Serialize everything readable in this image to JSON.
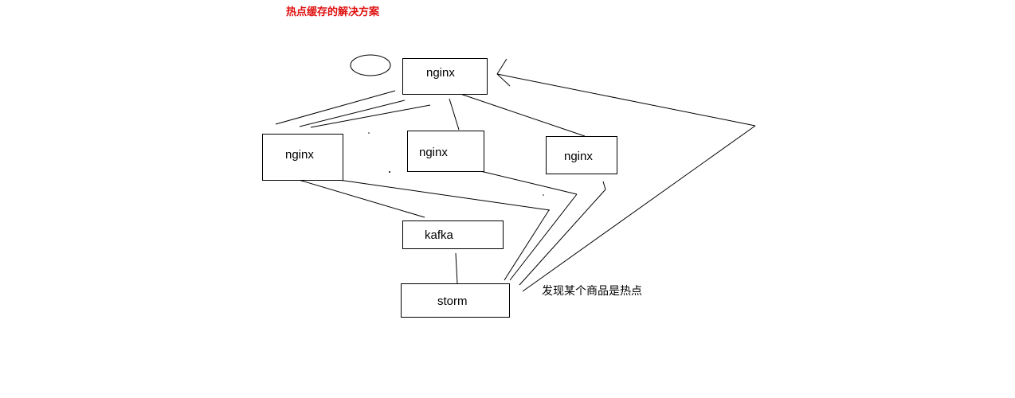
{
  "title": "热点缓存的解决方案",
  "nodes": {
    "nginx_top": "nginx",
    "nginx_left": "nginx",
    "nginx_mid": "nginx",
    "nginx_right": "nginx",
    "kafka": "kafka",
    "storm": "storm"
  },
  "annotation": "发现某个商品是热点",
  "colors": {
    "title": "#e01010",
    "stroke": "#000000"
  }
}
